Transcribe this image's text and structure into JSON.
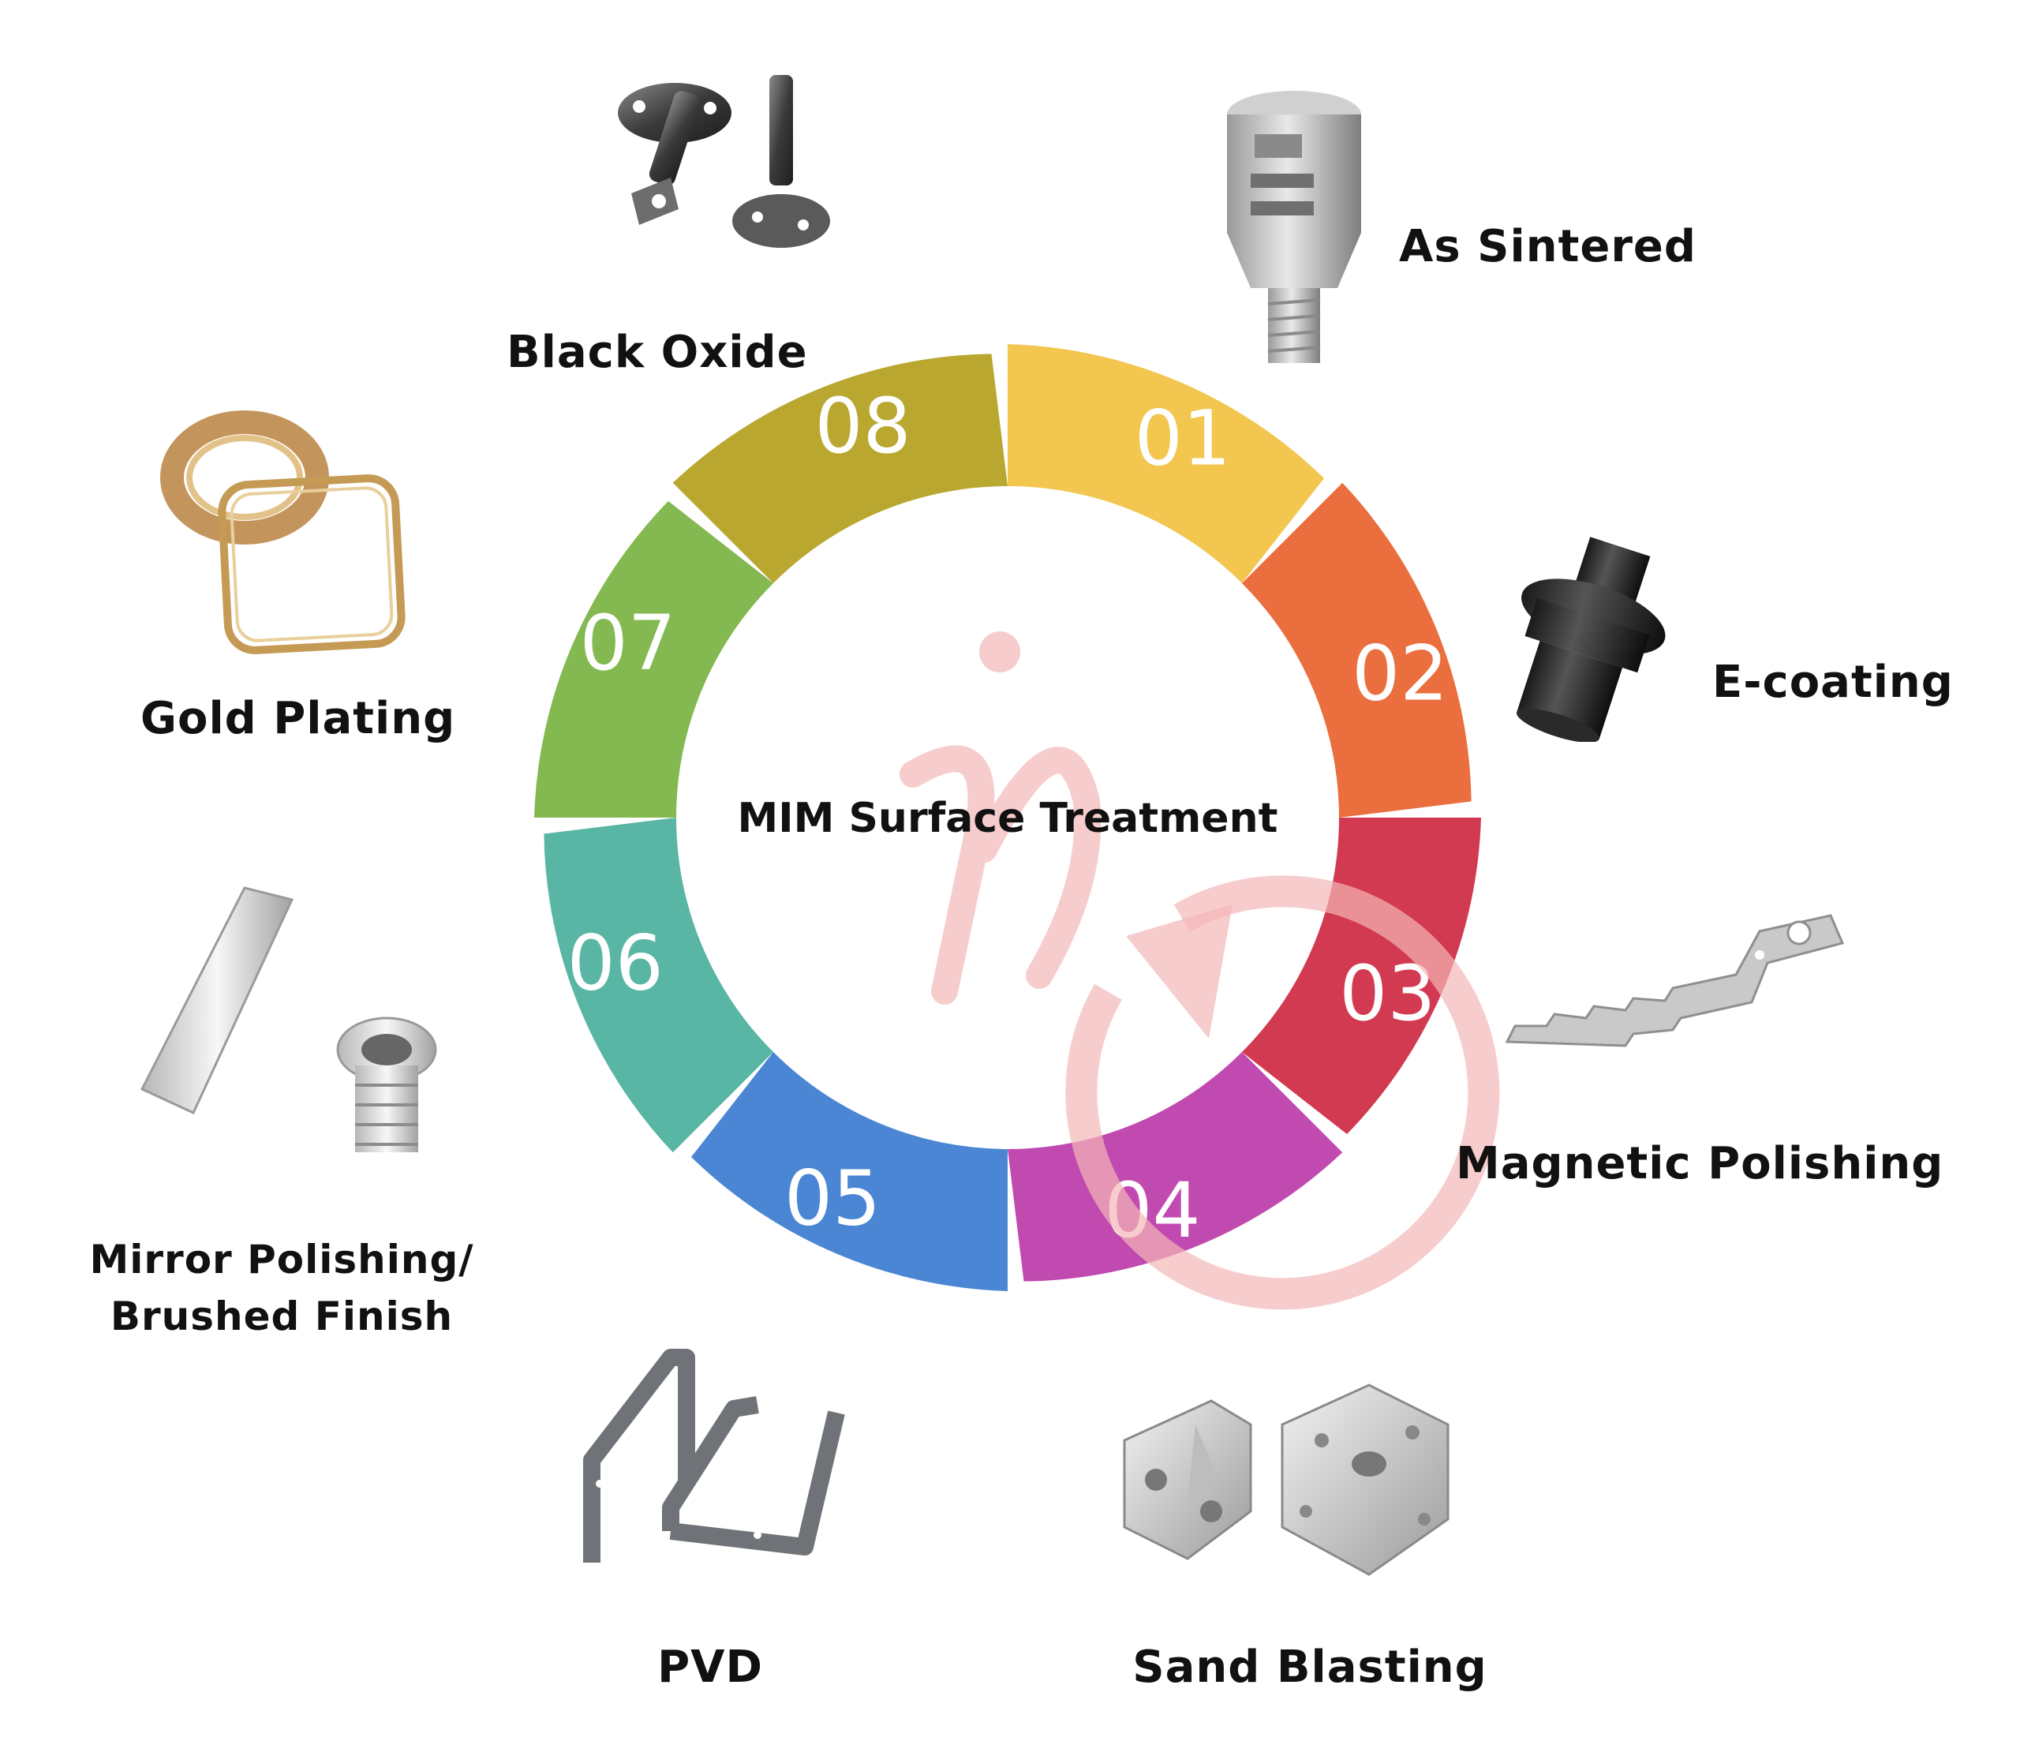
{
  "title": "MIM Surface Treatment",
  "segments": [
    {
      "number": "01",
      "label": "As Sintered",
      "color": "#F2C64F"
    },
    {
      "number": "02",
      "label": "E-coating",
      "color": "#EA6E3E"
    },
    {
      "number": "03",
      "label": "Magnetic Polishing",
      "color": "#D23A52"
    },
    {
      "number": "04",
      "label": "Sand Blasting",
      "color": "#C14AB1"
    },
    {
      "number": "05",
      "label": "PVD",
      "color": "#4A86D4"
    },
    {
      "number": "06",
      "label": "Mirror Polishing/\nBrushed Finish",
      "color": "#59B5A4"
    },
    {
      "number": "07",
      "label": "Gold Plating",
      "color": "#84B850"
    },
    {
      "number": "08",
      "label": "Black Oxide",
      "color": "#B9A730"
    }
  ],
  "watermark_color": "#F4B7B7",
  "icons": {
    "as_sintered": "sintered-part-icon",
    "e_coating": "e-coated-part-icon",
    "magnetic_polishing": "key-part-icon",
    "sand_blasting": "block-part-icon",
    "pvd": "bracket-part-icon",
    "mirror_polishing": "polished-part-icon",
    "gold_plating": "gold-ring-icon",
    "black_oxide": "black-oxide-part-icon",
    "watermark": "in-logo-watermark-icon"
  }
}
